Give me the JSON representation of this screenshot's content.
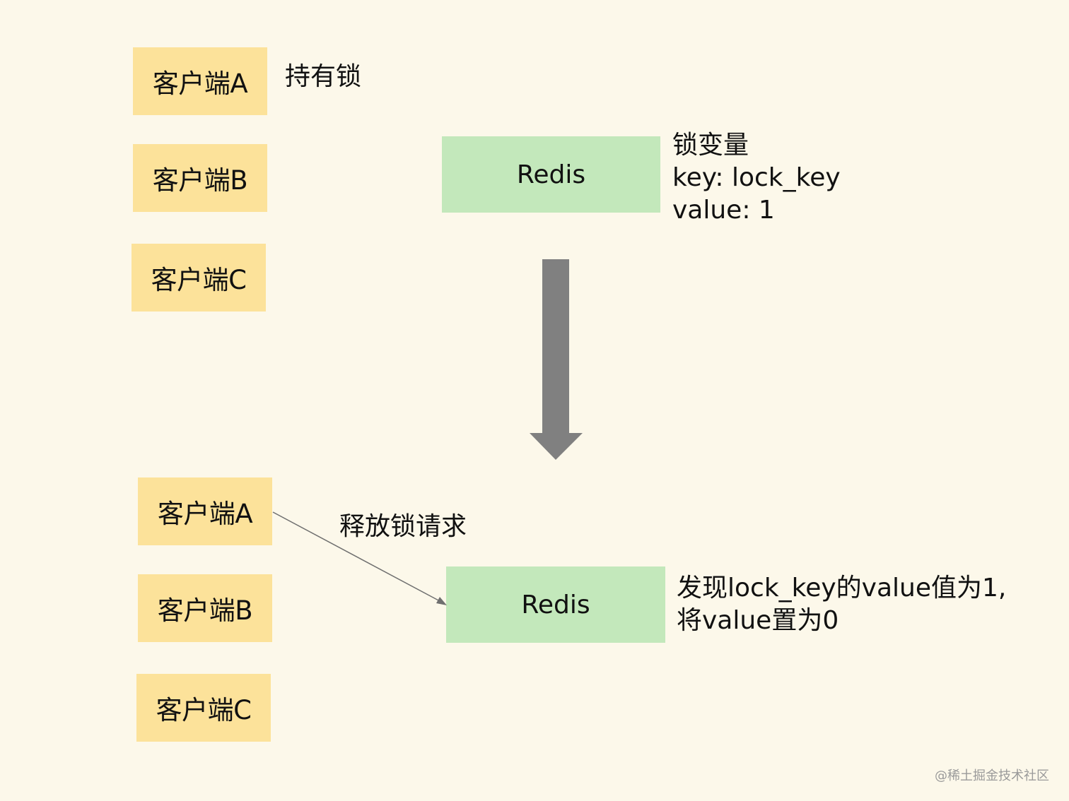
{
  "top": {
    "clients": [
      "客户端A",
      "客户端B",
      "客户端C"
    ],
    "holder_label": "持有锁",
    "redis_label": "Redis",
    "lock_info": {
      "title": "锁变量",
      "key_line": "key: lock_key",
      "value_line": "value: 1"
    }
  },
  "bottom": {
    "clients": [
      "客户端A",
      "客户端B",
      "客户端C"
    ],
    "request_label": "释放锁请求",
    "redis_label": "Redis",
    "result": {
      "line1": "发现lock_key的value值为1,",
      "line2": "将value置为0"
    }
  },
  "watermark": "@稀土掘金技术社区",
  "colors": {
    "background": "#fcf8ea",
    "client_box": "#fce29a",
    "redis_box": "#c3e8bb",
    "arrow": "#808080"
  }
}
